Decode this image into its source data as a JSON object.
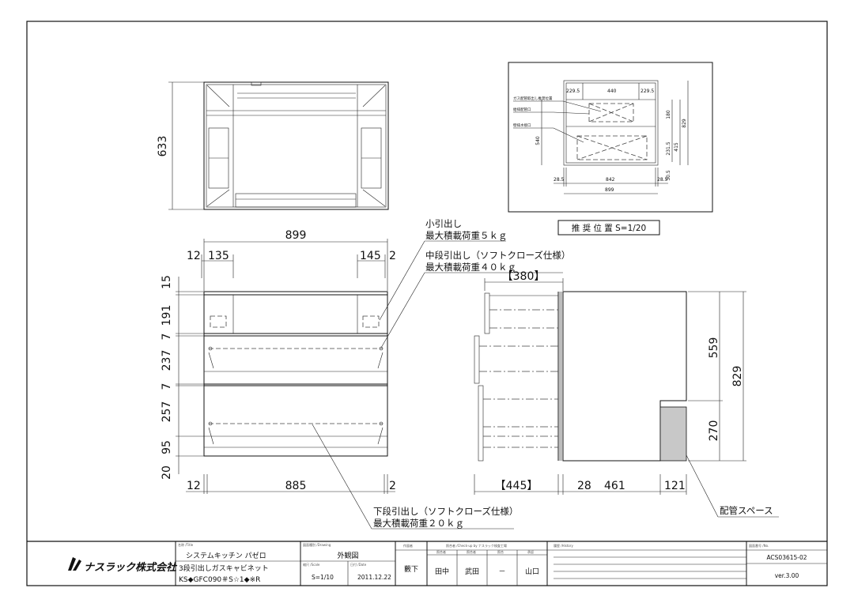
{
  "drawing": {
    "overall_width": "899",
    "overall_height": "633",
    "front_left_margin": "12",
    "front_left_inner": "135",
    "front_right_inner": "145",
    "front_right_margin": "2",
    "front_heights": [
      "15",
      "191",
      "7",
      "237",
      "7",
      "257",
      "95",
      "20"
    ],
    "bottom_left": "12",
    "bottom_width": "885",
    "bottom_right": "2",
    "side_depth_top": "【380】",
    "side_depth_bottom": "【445】",
    "side_bottom_a": "28",
    "side_bottom_b": "461",
    "side_bottom_c": "121",
    "side_h_559": "559",
    "side_h_829": "829",
    "side_h_270": "270",
    "notes": {
      "small_drawer_1": "小引出し",
      "small_drawer_2": "最大積載荷重５ｋｇ",
      "mid_drawer_1": "中段引出し（ソフトクローズ仕様）",
      "mid_drawer_2": "最大積載荷重４０ｋｇ",
      "low_drawer_1": "下段引出し（ソフトクローズ仕様）",
      "low_drawer_2": "最大積載荷重２０ｋｇ",
      "pipe_space": "配管スペース"
    },
    "inset": {
      "caption": "推 奨 位 置 S=1/20",
      "label_gas": "ガス配管取出し推奨位置",
      "label_water": "給排配管口",
      "label_wall": "壁排水接口",
      "d_229_5_l": "229.5",
      "d_440": "440",
      "d_229_5_r": "229.5",
      "d_540": "540",
      "d_180": "180",
      "d_231_5": "231.5",
      "d_415": "415",
      "d_829": "829",
      "d_30_5": "30.5",
      "d_28_5_l": "28.5",
      "d_842": "842",
      "d_28_5_r": "28.5",
      "d_899": "899"
    }
  },
  "title_block": {
    "company": "ナスラック株式会社",
    "name_label": "名称 /Title",
    "name_1": "システムキッチン パゼロ",
    "name_2": "3段引出しガスキャビネット",
    "name_3": "KS◆GFC090＃S☆1◆※R",
    "drawing_type_label": "図面種別 /Drawing",
    "drawing_type": "外観図",
    "scale_label": "縮尺 /Scale",
    "scale": "S=1/10",
    "date_label": "日付 /Date",
    "date": "2011.12.22",
    "drafter_label": "作図者",
    "drafter": "藪下",
    "check_label": "照合者 /Check-up by ナスラック検査工場",
    "check_sub_1": "照合者",
    "check_sub_2": "照合者",
    "check_sub_3": "照合",
    "check_sub_4": "承認",
    "checker_1": "田中",
    "checker_2": "武田",
    "checker_3": "－",
    "checker_4": "山口",
    "history_label": "履歴 /History",
    "number_label": "図面番号 /No.",
    "number": "ACS03615-02",
    "version": "ver.3.00"
  }
}
